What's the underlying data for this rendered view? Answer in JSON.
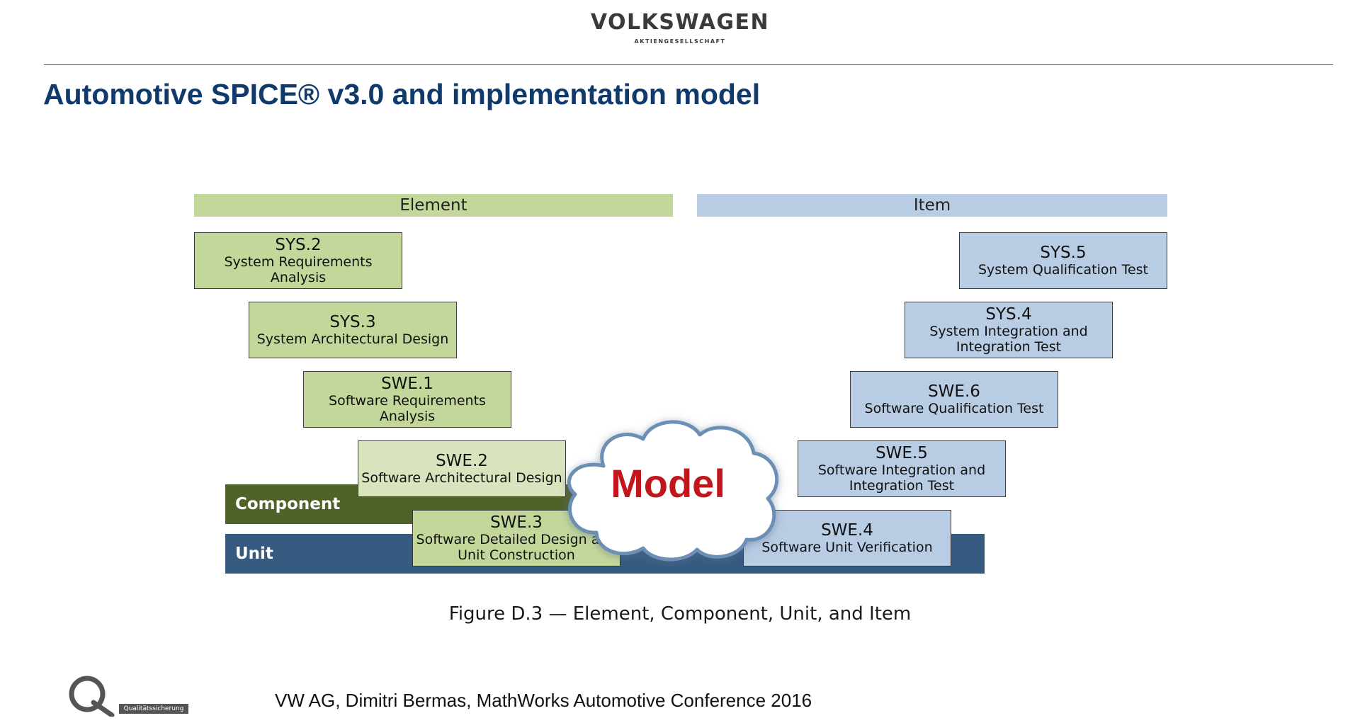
{
  "header": {
    "brand": "VOLKSWAGEN",
    "brand_sub": "AKTIENGESELLSCHAFT"
  },
  "slide_title": "Automotive SPICE® v3.0 and implementation model",
  "diagram": {
    "bands": {
      "element": "Element",
      "item": "Item"
    },
    "levels": {
      "component": "Component",
      "unit": "Unit"
    },
    "model_label": "Model",
    "left_processes": [
      {
        "id": "SYS.2",
        "name": "System Requirements Analysis"
      },
      {
        "id": "SYS.3",
        "name": "System Architectural Design"
      },
      {
        "id": "SWE.1",
        "name": "Software Requirements Analysis"
      },
      {
        "id": "SWE.2",
        "name": "Software Architectural Design"
      },
      {
        "id": "SWE.3",
        "name": "Software Detailed Design and Unit Construction"
      }
    ],
    "right_processes": [
      {
        "id": "SYS.5",
        "name": "System Qualification Test"
      },
      {
        "id": "SYS.4",
        "name": "System Integration and Integration Test"
      },
      {
        "id": "SWE.6",
        "name": "Software Qualification Test"
      },
      {
        "id": "SWE.5",
        "name": "Software Integration and Integration Test"
      },
      {
        "id": "SWE.4",
        "name": "Software Unit Verification"
      }
    ],
    "caption": "Figure D.3 — Element, Component, Unit, and Item"
  },
  "footer": {
    "text": "VW AG, Dimitri Bermas, MathWorks Automotive Conference 2016",
    "logo_label": "Qualitätssicherung"
  },
  "colors": {
    "title": "#0f3a6b",
    "element_band": "#c4d79b",
    "item_band": "#b8cce4",
    "component_bar": "#4f6228",
    "unit_bar": "#365a80",
    "model_text": "#c0161c"
  }
}
